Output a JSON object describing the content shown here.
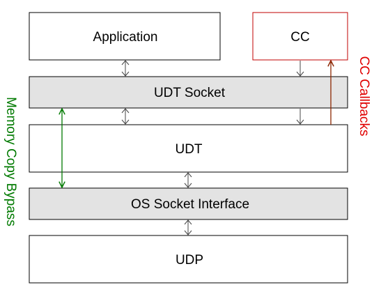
{
  "layers": {
    "application": "Application",
    "cc": "CC",
    "udt_socket": "UDT Socket",
    "udt": "UDT",
    "os_socket_interface": "OS Socket Interface",
    "udp": "UDP"
  },
  "side_labels": {
    "memory_copy_bypass": "Memory Copy Bypass",
    "cc_callbacks": "CC Callbacks"
  },
  "colors": {
    "box_stroke": "#000000",
    "shaded_fill": "#e3e3e3",
    "cc_border": "#c00000",
    "bypass_green": "#007a00",
    "callback_brown": "#8b2500",
    "callback_label_red": "#e00000",
    "connector_gray": "#444444"
  }
}
